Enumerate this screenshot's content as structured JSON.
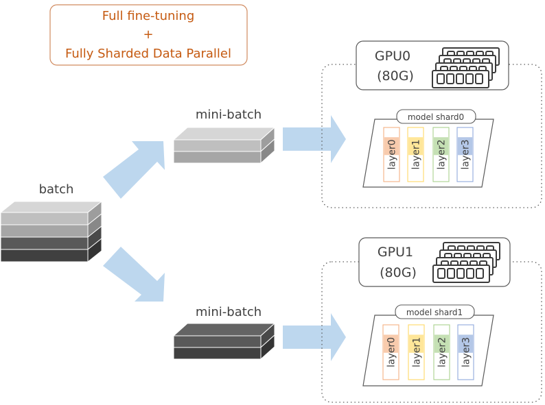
{
  "title": {
    "line1": "Full fine-tuning",
    "line2": "+",
    "line3": "Fully Sharded Data Parallel",
    "color": "#C55A11",
    "border": "#D08A5E"
  },
  "batch": {
    "label": "batch",
    "layers": [
      "#BFBFBF",
      "#A6A6A6",
      "#595959",
      "#404040"
    ]
  },
  "minibatches": [
    {
      "label": "mini-batch",
      "layers": [
        "#BFBFBF",
        "#A6A6A6"
      ]
    },
    {
      "label": "mini-batch",
      "layers": [
        "#595959",
        "#404040"
      ]
    }
  ],
  "gpus": [
    {
      "name": "GPU0",
      "memory": "(80G)",
      "shard_label": "model shard0",
      "layers": [
        "layer0",
        "layer1",
        "layer2",
        "layer3"
      ]
    },
    {
      "name": "GPU1",
      "memory": "(80G)",
      "shard_label": "model shard1",
      "layers": [
        "layer0",
        "layer1",
        "layer2",
        "layer3"
      ]
    }
  ],
  "layer_colors": [
    {
      "fill": "#F8CBAD",
      "border": "#F4B183"
    },
    {
      "fill": "#FFE699",
      "border": "#FFD966"
    },
    {
      "fill": "#C5E0B4",
      "border": "#A9D18E"
    },
    {
      "fill": "#B4C7E7",
      "border": "#8FAADC"
    }
  ],
  "arrow_color": "#BDD7EE"
}
